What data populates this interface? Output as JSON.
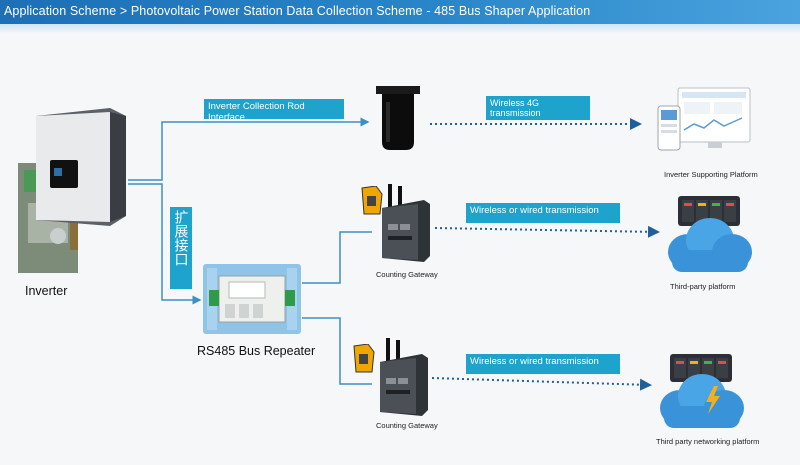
{
  "header": {
    "title": "Application Scheme > Photovoltaic Power Station Data Collection Scheme - 485 Bus Shaper Application"
  },
  "tags": {
    "inverter_collection": "Inverter Collection Rod Interface",
    "wireless_4g": "Wireless 4G transmission",
    "wired_1": "Wireless or wired transmission",
    "wired_2": "Wireless or wired transmission",
    "expansion_port": "扩展接口"
  },
  "labels": {
    "inverter": "Inverter",
    "repeater": "RS485 Bus Repeater",
    "gateway_1": "Counting Gateway",
    "gateway_2": "Counting Gateway",
    "inverter_platform": "Inverter Supporting Platform",
    "third_party": "Third-party platform",
    "third_party_networking": "Third party networking platform"
  },
  "colors": {
    "header": "#1d6fb6",
    "connector": "#3d8fc6",
    "tag": "#1ea3cc",
    "dotted": "#1f5f9a"
  }
}
